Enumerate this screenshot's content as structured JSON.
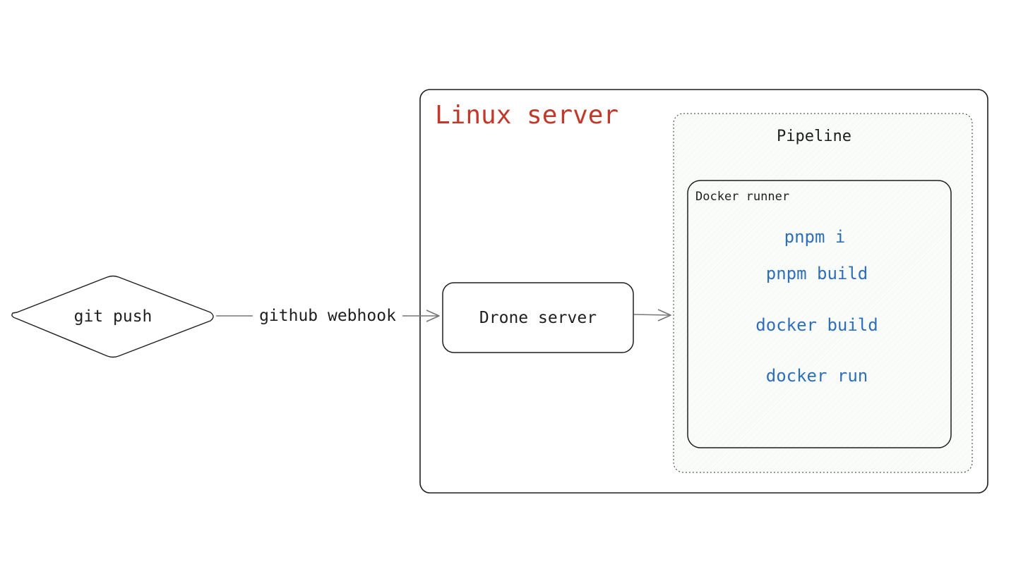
{
  "nodes": {
    "git_push": {
      "label": "git push"
    },
    "drone_server": {
      "label": "Drone server"
    },
    "linux_server": {
      "label": "Linux server"
    },
    "pipeline": {
      "label": "Pipeline"
    },
    "docker_runner": {
      "label": "Docker runner"
    }
  },
  "edges": {
    "webhook": {
      "label": "github webhook"
    }
  },
  "steps": [
    "pnpm i",
    "pnpm build",
    "docker build",
    "docker run"
  ],
  "colors": {
    "stroke": "#1e1e1e",
    "title_red": "#c0392b",
    "step_blue": "#2f6fba",
    "arrow_gray": "#777777",
    "container_fill": "#f8faf7"
  }
}
